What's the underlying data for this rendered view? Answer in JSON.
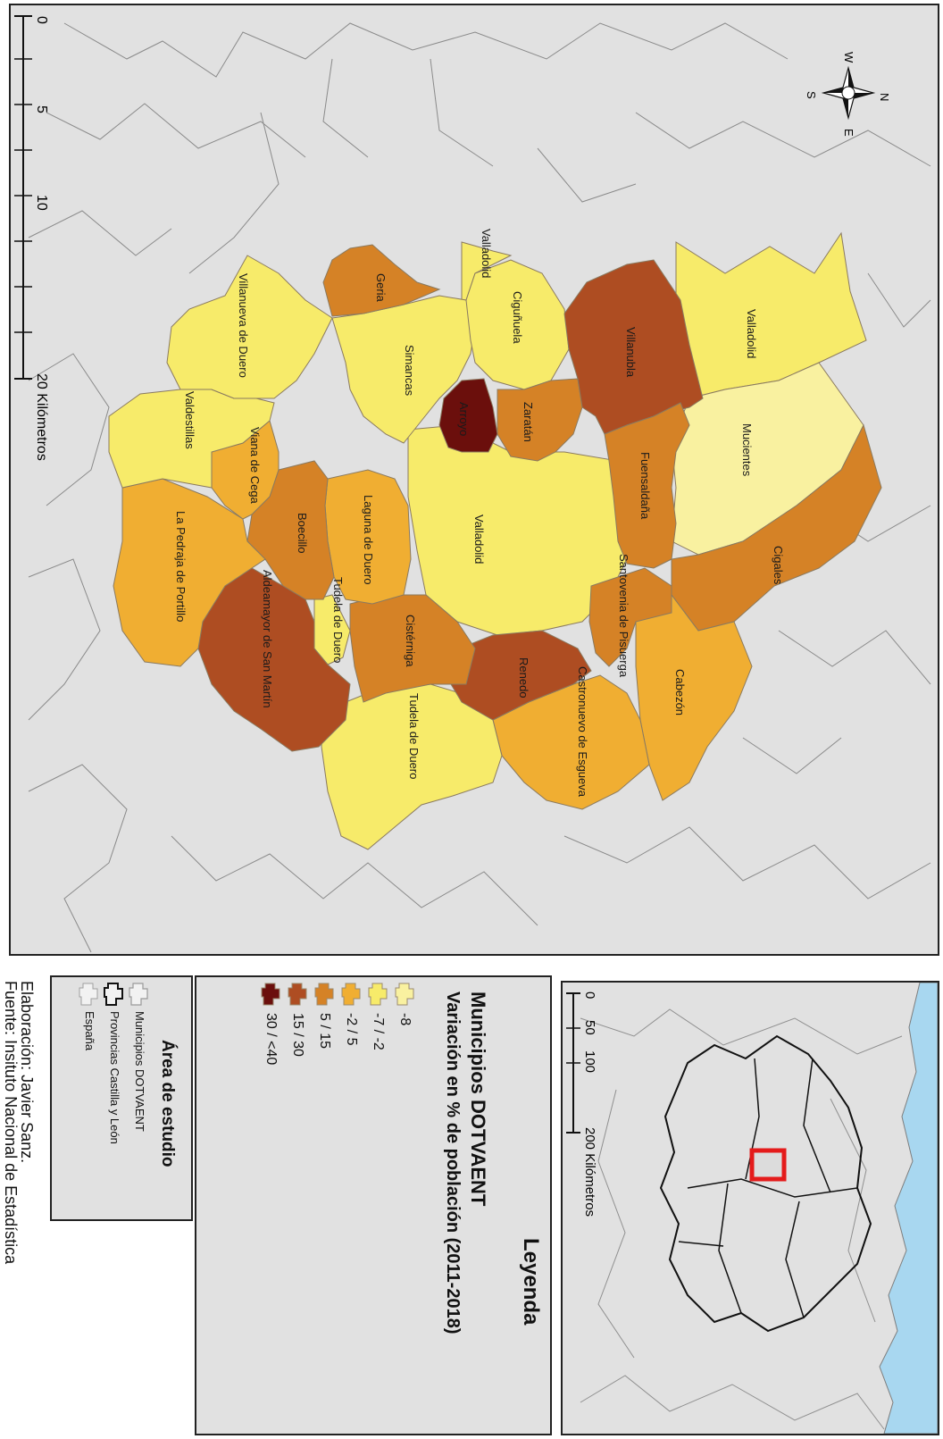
{
  "main_map": {
    "scale_bar": {
      "ticks": [
        "0",
        "5",
        "10",
        "20 Kilómetros"
      ]
    },
    "north_arrow": {
      "letters": [
        "N",
        "E",
        "S",
        "W"
      ]
    },
    "municipalities": [
      {
        "name": "Valladolid",
        "class": "-7 / -2",
        "label": "Valladolid"
      },
      {
        "name": "Valladolid",
        "class": "-7 / -2",
        "label": "Valladolid"
      },
      {
        "name": "Valladolid",
        "class": "-7 / -2",
        "label": "Valladolid"
      },
      {
        "name": "Mucientes",
        "class": "-8",
        "label": "Mucientes"
      },
      {
        "name": "Cigales",
        "class": "5 / 15",
        "label": "Cigales"
      },
      {
        "name": "Cabezón",
        "class": "-2 / 5",
        "label": "Cabezón"
      },
      {
        "name": "Castronuevo de Esgueva",
        "class": "-2 / 5",
        "label": "Castronuevo de Esgueva"
      },
      {
        "name": "Tudela de Duero",
        "class": "-7 / -2",
        "label": "Tudela de Duero"
      },
      {
        "name": "Tudela de Duero",
        "class": "-7 / -2",
        "label": "Tudela de Duero"
      },
      {
        "name": "Renedo",
        "class": "15 / 30",
        "label": "Renedo"
      },
      {
        "name": "Cistérniga",
        "class": "5 / 15",
        "label": "Cistérniga"
      },
      {
        "name": "Laguna de Duero",
        "class": "-2 / 5",
        "label": "Laguna de Duero"
      },
      {
        "name": "Boecillo",
        "class": "5 / 15",
        "label": "Boecillo"
      },
      {
        "name": "Aldeamayor de San Martín",
        "class": "15 / 30",
        "label": "Aldeamayor de San Martín"
      },
      {
        "name": "La Pedraja de Portillo",
        "class": "-2 / 5",
        "label": "La Pedraja de Portillo"
      },
      {
        "name": "Viana de Cega",
        "class": "-2 / 5",
        "label": "Viana de Cega"
      },
      {
        "name": "Valdestillas",
        "class": "-7 / -2",
        "label": "Valdestillas"
      },
      {
        "name": "Villanueva de Duero",
        "class": "-7 / -2",
        "label": "Villanueva de Duero"
      },
      {
        "name": "Simancas",
        "class": "-7 / -2",
        "label": "Simancas"
      },
      {
        "name": "Geria",
        "class": "5 / 15",
        "label": "Geria"
      },
      {
        "name": "Ciguñuela",
        "class": "-7 / -2",
        "label": "Ciguñuela"
      },
      {
        "name": "Arroyo",
        "class": "30 / <40",
        "label": "Arroyo"
      },
      {
        "name": "Zaratán",
        "class": "5 / 15",
        "label": "Zaratán"
      },
      {
        "name": "Villanubla",
        "class": "15 / 30",
        "label": "Villanubla"
      },
      {
        "name": "Fuensaldaña",
        "class": "5 / 15",
        "label": "Fuensaldaña"
      },
      {
        "name": "Santovenia de Pisuerga",
        "class": "5 / 15",
        "label": "Santovenia de Pisuerga"
      }
    ]
  },
  "inset_map": {
    "scale_bar": {
      "ticks": [
        "0",
        "50",
        "100",
        "200 Kilómetros"
      ]
    }
  },
  "legend": {
    "title": "Leyenda",
    "subtitle": "Municipios DOTVAENT",
    "variable": "Variación en % de población (2011-2018)",
    "classes": [
      {
        "label": "-8",
        "color": "#f9f1a0"
      },
      {
        "label": "-7 / -2",
        "color": "#f7eb6a"
      },
      {
        "label": "-2 / 5",
        "color": "#f0ae32"
      },
      {
        "label": "5 / 15",
        "color": "#d58226"
      },
      {
        "label": "15 / 30",
        "color": "#ae4d22"
      },
      {
        "label": "30 / <40",
        "color": "#6b0f0c"
      }
    ]
  },
  "study_area": {
    "title": "Área de estudio",
    "items": [
      "Municipios DOTVAENT",
      "Provincias Castilla y León",
      "España"
    ]
  },
  "credits": {
    "author": "Elaboración: Javier Sanz.",
    "source": "Fuente: Insituto Nacional de Estadística"
  },
  "colors": {
    "background_land": "#e1e1e1",
    "boundary": "#7d7d7d",
    "sea": "#a8d7f0",
    "highlight_frame": "#e41b1b"
  }
}
